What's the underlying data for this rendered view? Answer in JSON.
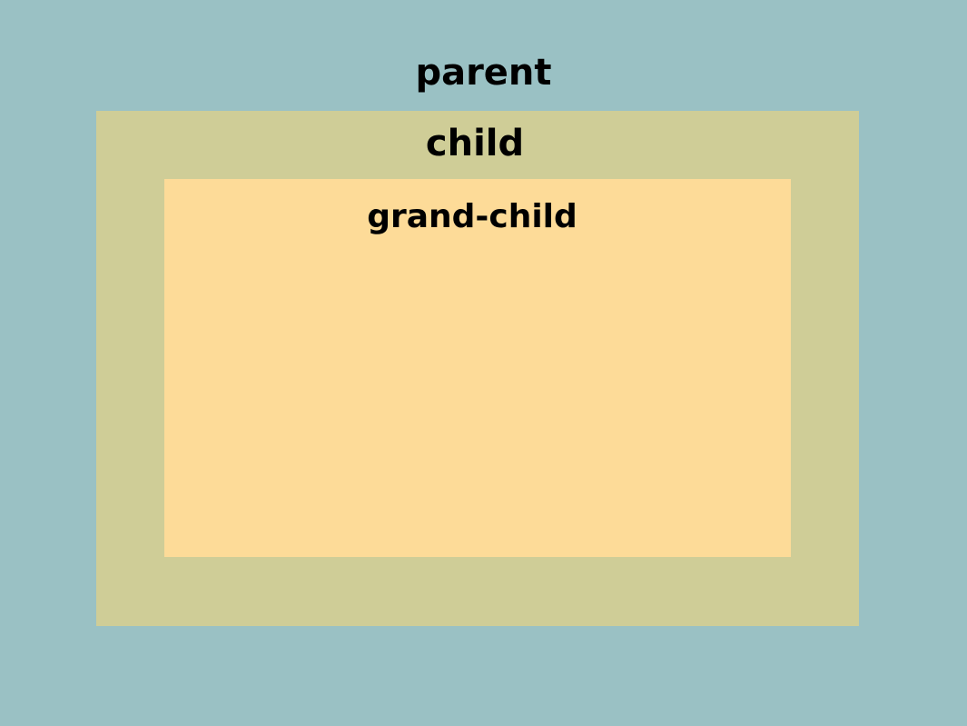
{
  "boxes": {
    "parent": {
      "label": "parent",
      "color": "#9ac1c4"
    },
    "child": {
      "label": "child",
      "color": "#cfcd97"
    },
    "grand_child": {
      "label": "grand-child",
      "color": "#fddb98"
    }
  }
}
